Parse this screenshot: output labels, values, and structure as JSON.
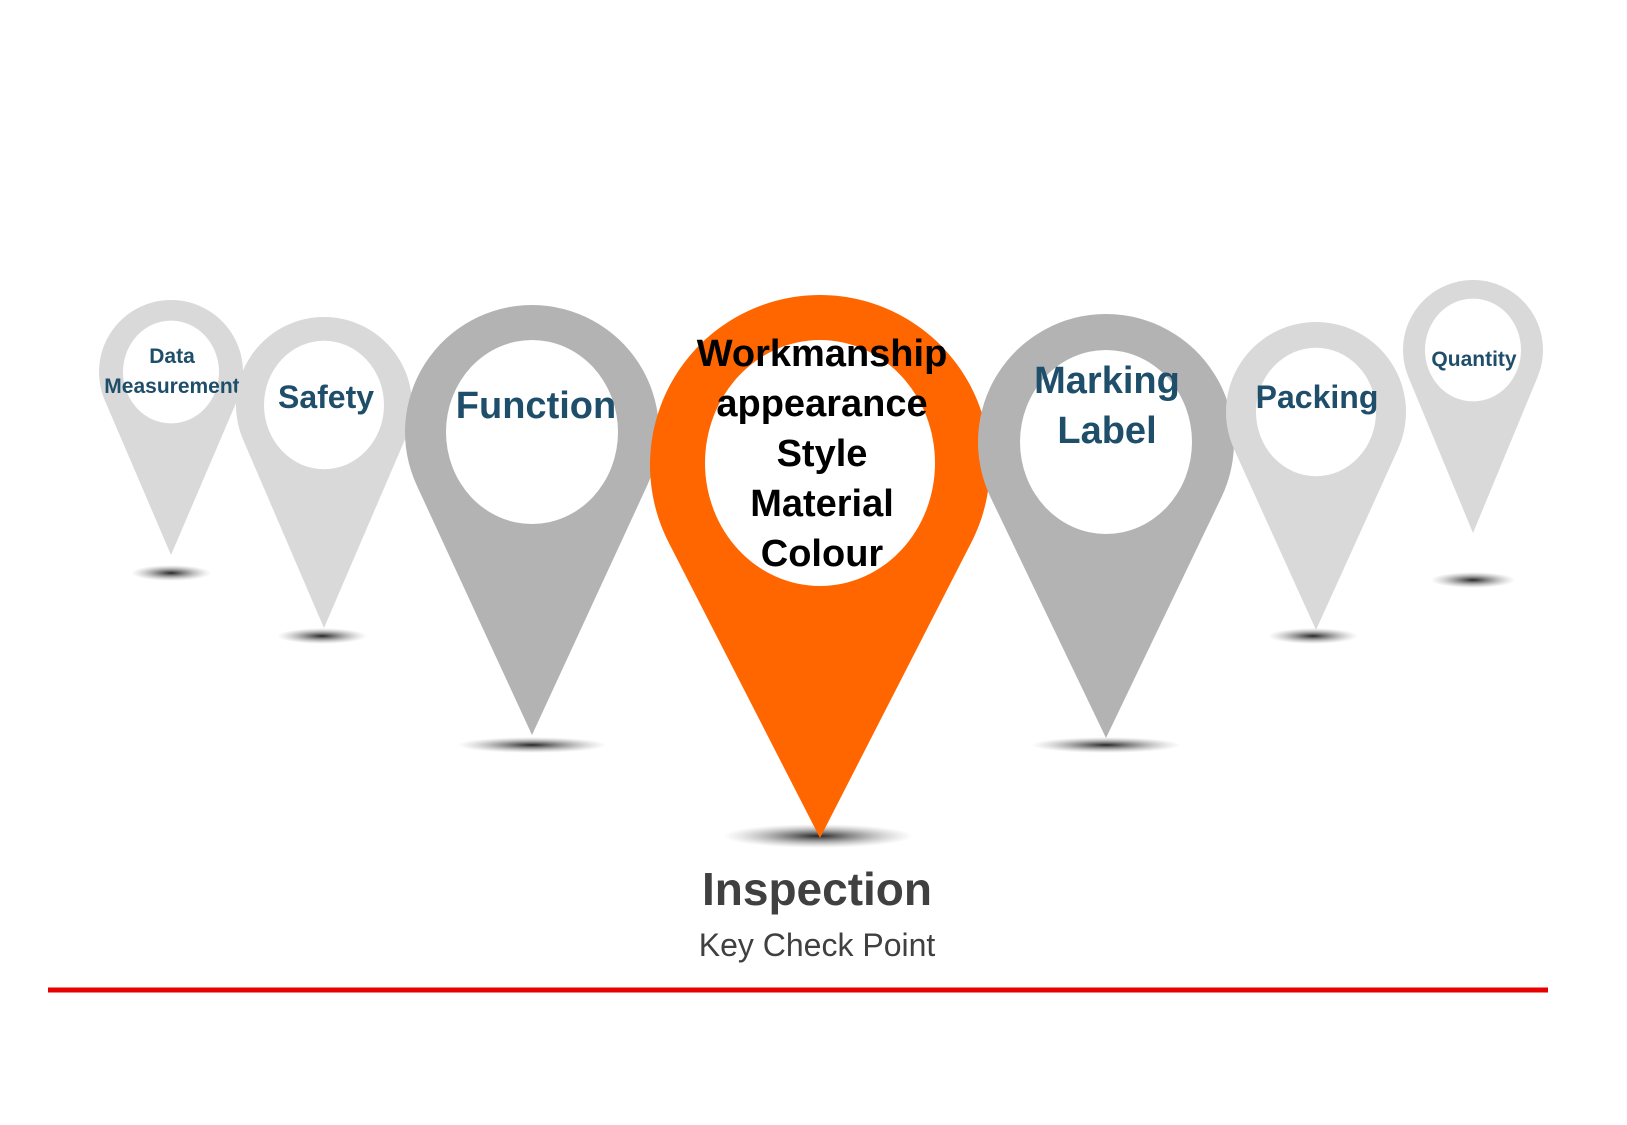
{
  "colors": {
    "highlight": "#ff6600",
    "pin_gray_dark": "#b3b3b3",
    "pin_gray_light": "#d9d9d9",
    "label_blue": "#1f4e6b",
    "label_black": "#000000",
    "title_gray": "#404040",
    "rule_red": "#e60000"
  },
  "pins": [
    {
      "id": "data-measurement",
      "lines": [
        "Data",
        "Measurement"
      ],
      "highlight": false
    },
    {
      "id": "safety",
      "lines": [
        "Safety"
      ],
      "highlight": false
    },
    {
      "id": "function",
      "lines": [
        "Function"
      ],
      "highlight": false
    },
    {
      "id": "workmanship",
      "lines": [
        "Workmanship",
        "appearance",
        "Style",
        "Material",
        "Colour"
      ],
      "highlight": true
    },
    {
      "id": "marking-label",
      "lines": [
        "Marking",
        "Label"
      ],
      "highlight": false
    },
    {
      "id": "packing",
      "lines": [
        "Packing"
      ],
      "highlight": false
    },
    {
      "id": "quantity",
      "lines": [
        "Quantity"
      ],
      "highlight": false
    }
  ],
  "title": {
    "main": "Inspection",
    "sub": "Key Check Point"
  }
}
